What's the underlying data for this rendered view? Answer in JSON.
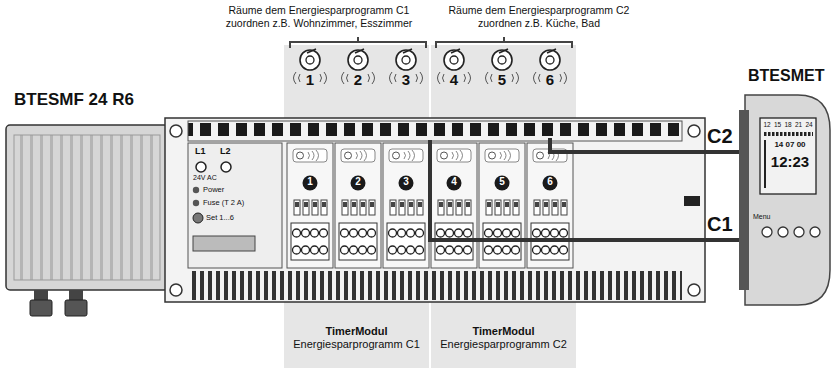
{
  "diagram": {
    "nodes": [
      {
        "text": [
          "TimerModul",
          "Energiesparprogramm C1"
        ]
      },
      {
        "text": [
          "TimerModul",
          "Energiesparprogramm C2"
        ]
      }
    ],
    "labels": [
      "Räume dem Energiesparprogramm C1 zuordnen z.B. Wohnzimmer, Esszimmer",
      "Räume dem Energiesparprogramm C2 zuordnen z.B. Küche, Bad",
      "BTESMF 24 R6",
      "BTESMET",
      "1",
      "2",
      "3",
      "4",
      "5",
      "6",
      "L1",
      "L2",
      "24V AC",
      "Power",
      "Fuse (T 2 A)",
      "Set 1...6",
      "1",
      "2",
      "3",
      "4",
      "5",
      "6",
      "C2",
      "C1",
      "12",
      "15",
      "18",
      "21",
      "24",
      "14 07 00",
      "12:23",
      "Menu"
    ]
  }
}
